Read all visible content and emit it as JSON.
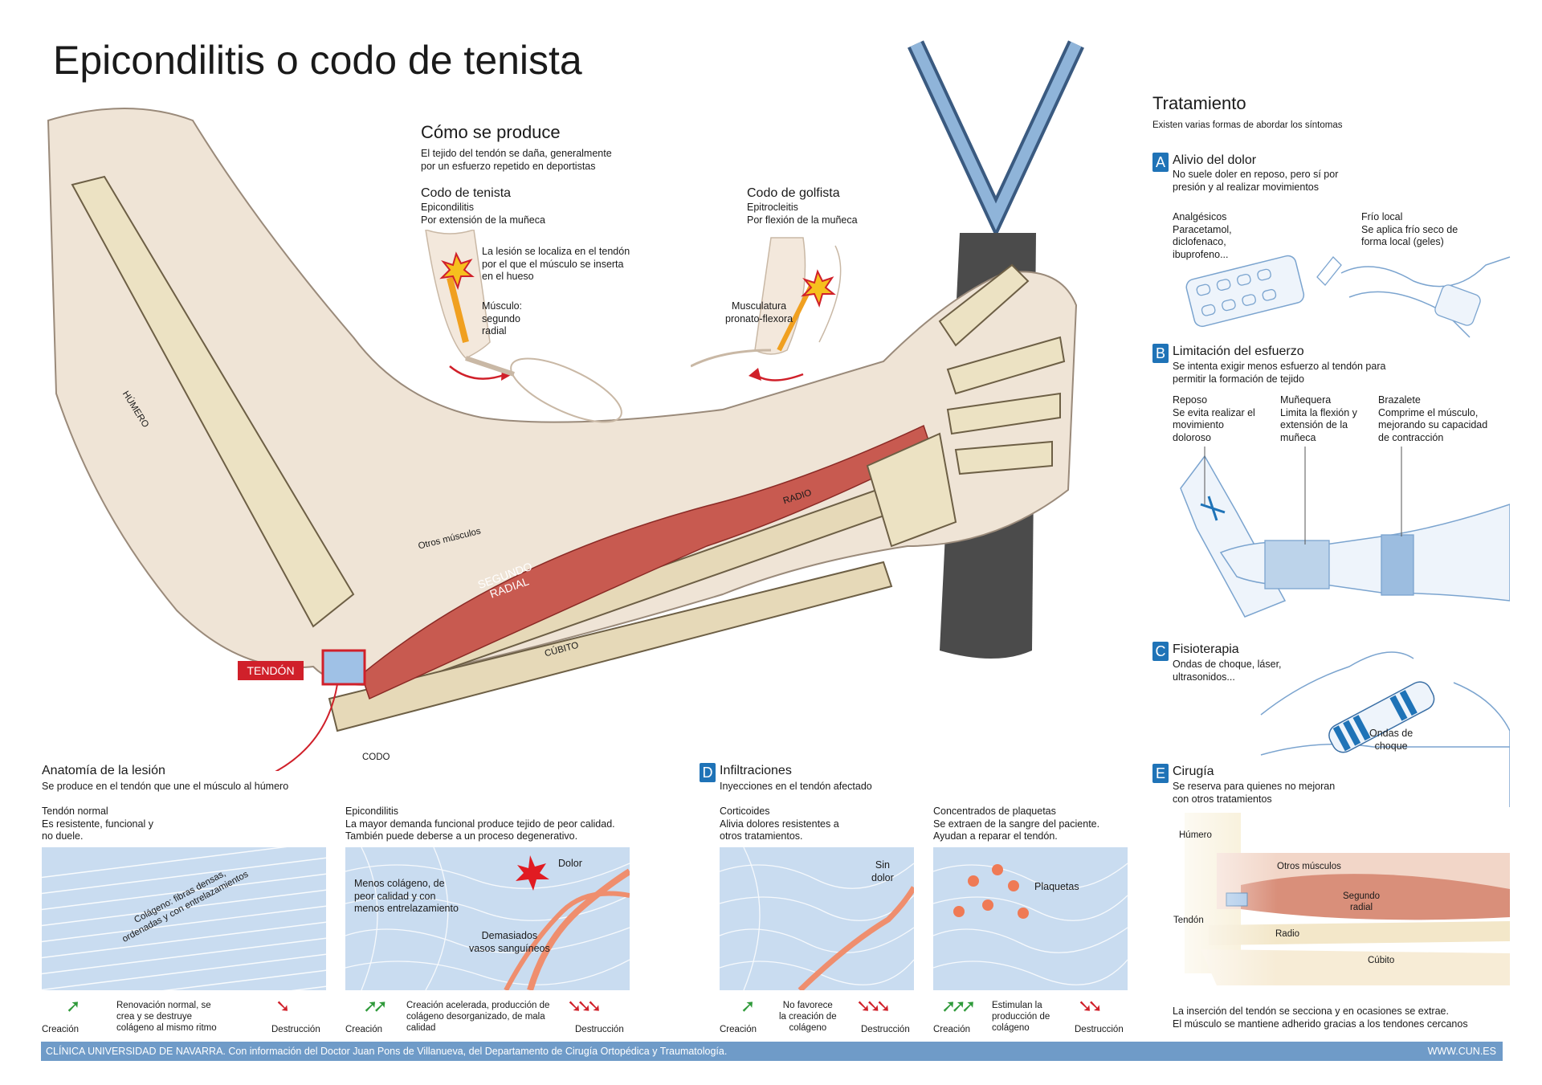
{
  "title": "Epicondilitis o codo de tenista",
  "anatomy_labels": {
    "humero": "HÚMERO",
    "radio": "RADIO",
    "cubito": "CÚBITO",
    "otros_musculos": "Otros músculos",
    "segundo_radial": "SEGUNDO\nRADIAL",
    "tendon": "TENDÓN",
    "codo": "CODO"
  },
  "como": {
    "title": "Cómo se produce",
    "text": "El tejido del tendón se daña, generalmente\npor un esfuerzo repetido en deportistas",
    "tenista": {
      "title": "Codo de tenista",
      "text": "Epicondilitis\nPor extensión de la muñeca",
      "lesion": "La lesión se localiza en el tendón\npor el que el músculo se inserta\nen el hueso",
      "musculo": "Músculo:\nsegundo\nradial"
    },
    "golfista": {
      "title": "Codo de golfista",
      "text": "Epitrocleitis\nPor flexión de la muñeca",
      "musculatura": "Musculatura\npronato-flexora"
    }
  },
  "tratamiento": {
    "title": "Tratamiento",
    "subtitle": "Existen varias formas de abordar los síntomas",
    "a": {
      "letter": "A",
      "title": "Alivio del dolor",
      "text": "No suele doler en reposo, pero sí por\npresión y al realizar movimientos",
      "analgesicos": "Analgésicos\nParacetamol,\ndiclofenaco,\nibuprofeno...",
      "frio": "Frío local\nSe aplica frío seco de\nforma local (geles)"
    },
    "b": {
      "letter": "B",
      "title": "Limitación del esfuerzo",
      "text": "Se intenta exigir menos esfuerzo al tendón para\npermitir la formación de tejido",
      "reposo": "Reposo\nSe evita realizar el\nmovimiento\ndoloroso",
      "munequera": "Muñequera\nLimita la flexión y\nextensión de la\nmuñeca",
      "brazalete": "Brazalete\nComprime el músculo,\nmejorando su capacidad\nde contracción"
    },
    "c": {
      "letter": "C",
      "title": "Fisioterapia",
      "text": "Ondas de choque, láser,\nultrasonidos...",
      "ondas": "Ondas de\nchoque"
    },
    "e": {
      "letter": "E",
      "title": "Cirugía",
      "text": "Se reserva para quienes no mejoran\ncon otros tratamientos",
      "humero": "Húmero",
      "otros_musculos": "Otros músculos",
      "segundo_radial": "Segundo\nradial",
      "tendon": "Tendón",
      "radio": "Radio",
      "cubito": "Cúbito",
      "note": "La inserción del tendón se secciona y en ocasiones se extrae.\nEl músculo se mantiene adherido gracias a los tendones cercanos"
    }
  },
  "anatomia": {
    "title": "Anatomía de la lesión",
    "text": "Se produce en el tendón que une el músculo al húmero",
    "normal": {
      "title": "Tendón normal\nEs resistente, funcional y\nno duele.",
      "colageno": "Colágeno: fibras densas,\nordenadas y con entrelazamientos",
      "creacion": "Creación",
      "middle": "Renovación normal, se\ncrea y se destruye\ncolágeno al mismo ritmo",
      "destruccion": "Destrucción"
    },
    "epi": {
      "title": "Epicondilitis\nLa mayor demanda funcional produce tejido de peor calidad.\nTambién puede deberse a un proceso degenerativo.",
      "menos": "Menos colágeno, de\npeor calidad y con\nmenos entrelazamiento",
      "dolor": "Dolor",
      "vasos": "Demasiados\nvasos sanguíneos",
      "creacion": "Creación",
      "middle": "Creación acelerada, producción de\ncolágeno desorganizado, de mala\ncalidad",
      "destruccion": "Destrucción"
    }
  },
  "infiltraciones": {
    "letter": "D",
    "title": "Infiltraciones",
    "text": "Inyecciones en el tendón afectado",
    "cort": {
      "title": "Corticoides\nAlivia dolores resistentes a\notros tratamientos.",
      "sin_dolor": "Sin\ndolor",
      "creacion": "Creación",
      "middle": "No favorece\nla creación de\ncolágeno",
      "destruccion": "Destrucción"
    },
    "plaq": {
      "title": "Concentrados de plaquetas\nSe extraen de la sangre del paciente.\nAyudan a reparar el tendón.",
      "plaquetas": "Plaquetas",
      "creacion": "Creación",
      "middle": "Estimulan la\nproducción de\ncolágeno",
      "destruccion": "Destrucción"
    }
  },
  "footer": {
    "left": "CLÍNICA UNIVERSIDAD DE NAVARRA. Con información del Doctor Juan Pons de Villanueva, del Departamento de Cirugía Ortopédica y Traumatología.",
    "right": "WWW.CUN.ES"
  },
  "colors": {
    "accent_blue": "#1f73b7",
    "tissue_blue": "#c9dcf0",
    "red": "#d0202a",
    "green": "#2f9a3a",
    "muscle": "#b8443f",
    "bone": "#e8dcc0"
  }
}
